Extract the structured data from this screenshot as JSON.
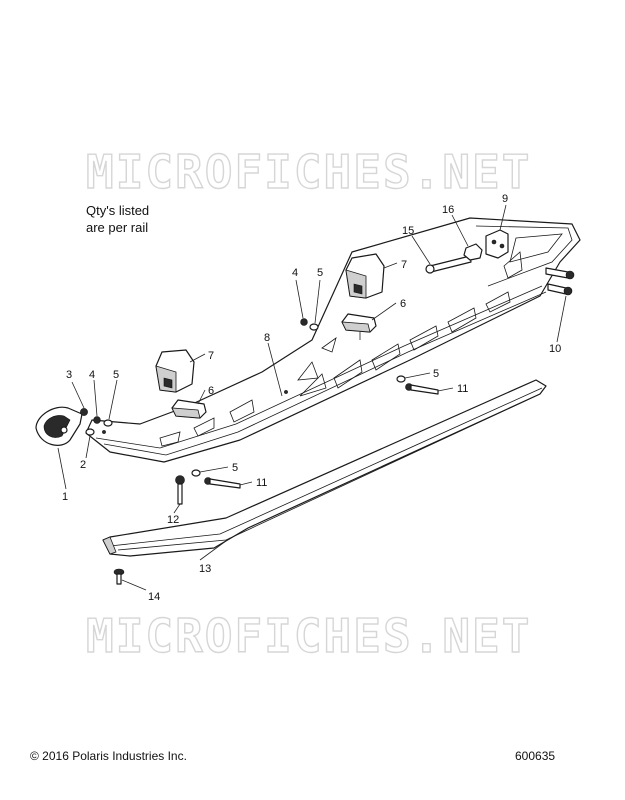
{
  "watermark": "MICROFICHES.NET",
  "note": {
    "line1": "Qty's listed",
    "line2": "are per rail"
  },
  "callouts": {
    "n1": "1",
    "n2": "2",
    "n3": "3",
    "n4a": "4",
    "n4b": "4",
    "n5a": "5",
    "n5b": "5",
    "n5c": "5",
    "n5d": "5",
    "n6a": "6",
    "n6b": "6",
    "n7a": "7",
    "n7b": "7",
    "n8": "8",
    "n9": "9",
    "n10": "10",
    "n11a": "11",
    "n11b": "11",
    "n12": "12",
    "n13": "13",
    "n14": "14",
    "n15": "15",
    "n16": "16"
  },
  "footer": {
    "copyright": "© 2016 Polaris Industries Inc.",
    "doc_number": "600635"
  }
}
